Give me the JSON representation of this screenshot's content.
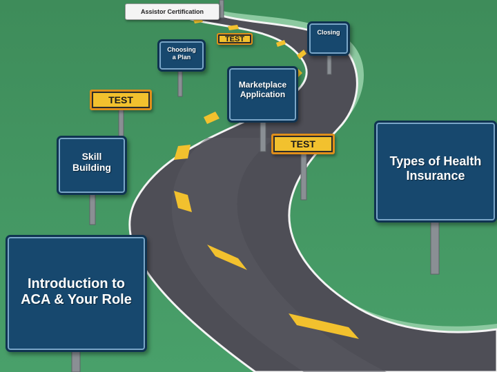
{
  "banner": {
    "label": "Assistor Certification"
  },
  "signs": {
    "closing": "Closing",
    "choosing_plan": "Choosing\na Plan",
    "marketplace_application": "Marketplace\nApplication",
    "skill_building": "Skill\nBuilding",
    "types_of_health_insurance": "Types of Health\nInsurance",
    "introduction": "Introduction to\nACA & Your Role"
  },
  "tests": {
    "test_1": "TEST",
    "test_2": "TEST",
    "test_3": "TEST"
  },
  "colors": {
    "grass": "#3f8f5c",
    "road": "#505058",
    "lane_marking": "#f2c12e",
    "sign_blue": "#17486e",
    "test_yellow": "#f2c12e"
  }
}
